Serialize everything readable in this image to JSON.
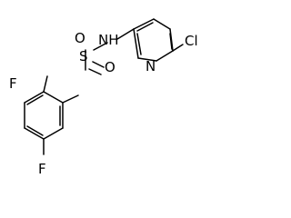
{
  "molecule": {
    "atoms": {
      "f_top": "F",
      "f_bottom": "F",
      "sulfur": "S",
      "oxygen_upper": "O",
      "oxygen_lower": "O",
      "amine": "NH",
      "pyridine_n": "N",
      "chlorine": "Cl"
    }
  }
}
